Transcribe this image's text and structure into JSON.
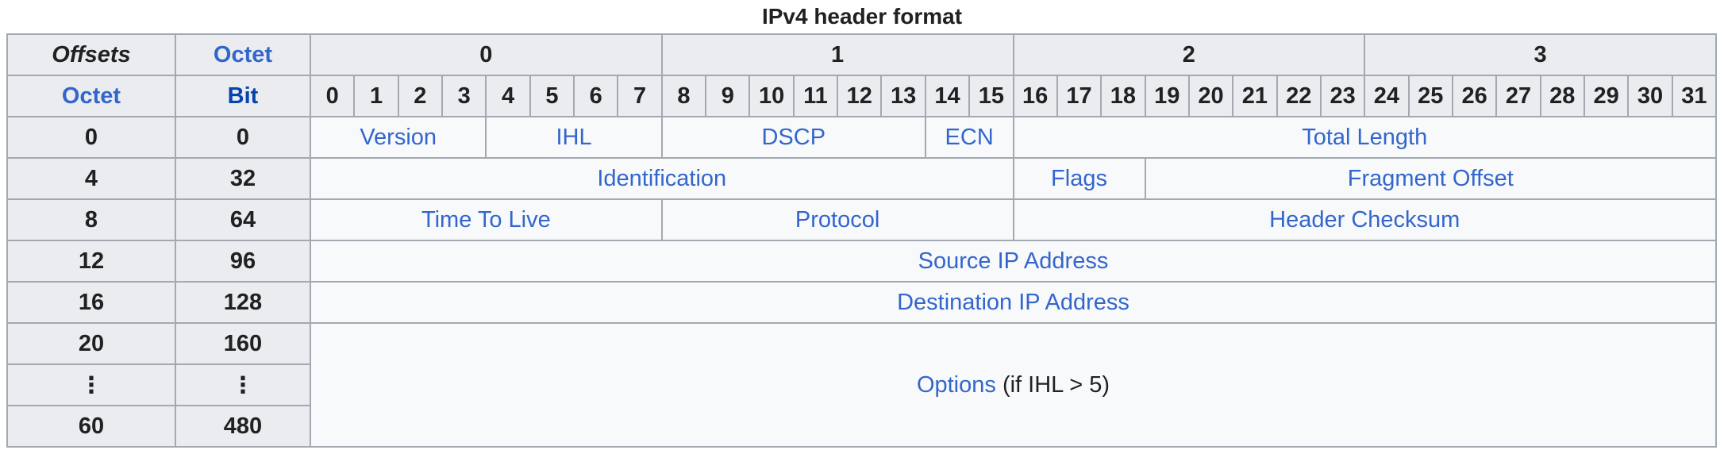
{
  "caption": "IPv4 header format",
  "header": {
    "offsets_label": "Offsets",
    "octet_label": "Octet",
    "octet_row_label": "Octet",
    "bit_row_label": "Bit",
    "octets": [
      "0",
      "1",
      "2",
      "3"
    ],
    "bits": [
      "0",
      "1",
      "2",
      "3",
      "4",
      "5",
      "6",
      "7",
      "8",
      "9",
      "10",
      "11",
      "12",
      "13",
      "14",
      "15",
      "16",
      "17",
      "18",
      "19",
      "20",
      "21",
      "22",
      "23",
      "24",
      "25",
      "26",
      "27",
      "28",
      "29",
      "30",
      "31"
    ]
  },
  "rows": [
    {
      "octet": "0",
      "bit": "0",
      "fields": [
        {
          "label": "Version"
        },
        {
          "label": "IHL"
        },
        {
          "label": "DSCP"
        },
        {
          "label": "ECN"
        },
        {
          "label": "Total Length"
        }
      ]
    },
    {
      "octet": "4",
      "bit": "32",
      "fields": [
        {
          "label": "Identification"
        },
        {
          "label": "Flags"
        },
        {
          "label": "Fragment Offset"
        }
      ]
    },
    {
      "octet": "8",
      "bit": "64",
      "fields": [
        {
          "label": "Time To Live"
        },
        {
          "label": "Protocol"
        },
        {
          "label": "Header Checksum"
        }
      ]
    },
    {
      "octet": "12",
      "bit": "96",
      "fields": [
        {
          "label": "Source IP Address"
        }
      ]
    },
    {
      "octet": "16",
      "bit": "128",
      "fields": [
        {
          "label": "Destination IP Address"
        }
      ]
    },
    {
      "octet": "20",
      "bit": "160",
      "fields": [
        {
          "label": "Options",
          "suffix": " (if IHL > 5)"
        }
      ]
    },
    {
      "octet": "⋮",
      "bit": "⋮"
    },
    {
      "octet": "60",
      "bit": "480"
    }
  ]
}
